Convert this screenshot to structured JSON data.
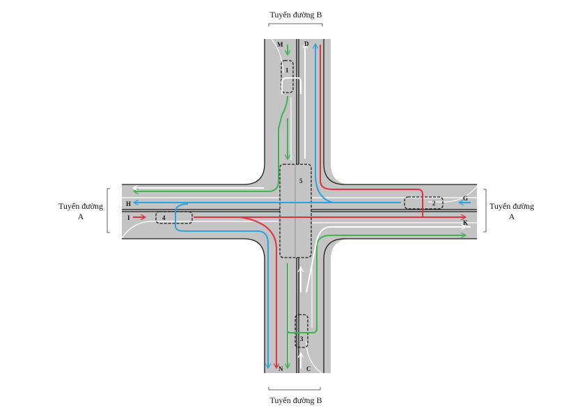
{
  "roads": {
    "route_a": {
      "label_left": [
        "Tuyến đường",
        "A"
      ],
      "label_right": [
        "Tuyến đường",
        "A"
      ]
    },
    "route_b": {
      "label_top": "Tuyến đường B",
      "label_bottom": "Tuyến đường B"
    }
  },
  "endpoints": {
    "M": "M",
    "D": "D",
    "H": "H",
    "I": "I",
    "G": "G",
    "K": "K",
    "N": "N",
    "C": "C"
  },
  "zones": [
    {
      "id": "zone-1",
      "label": "1"
    },
    {
      "id": "zone-2",
      "label": "2"
    },
    {
      "id": "zone-3",
      "label": "3"
    },
    {
      "id": "zone-4",
      "label": "4"
    },
    {
      "id": "zone-5",
      "label": "5"
    }
  ],
  "flow_colors": {
    "green": "#3cb54a",
    "blue": "#2aa3dc",
    "red": "#e0323c",
    "white": "#ffffff",
    "road": "#c4c4c4",
    "edge": "#1a1a1a"
  },
  "flows": [
    {
      "color": "green",
      "desc": "M → zone 1 → south through intersection → N / west to H side"
    },
    {
      "color": "blue",
      "desc": "G → zone 2 → west to H; and turn to north D"
    },
    {
      "color": "red",
      "desc": "I → zone 4 → east to K; and turn to north D / south N"
    },
    {
      "color": "white",
      "desc": "C → north to D; D side U-turn"
    }
  ]
}
